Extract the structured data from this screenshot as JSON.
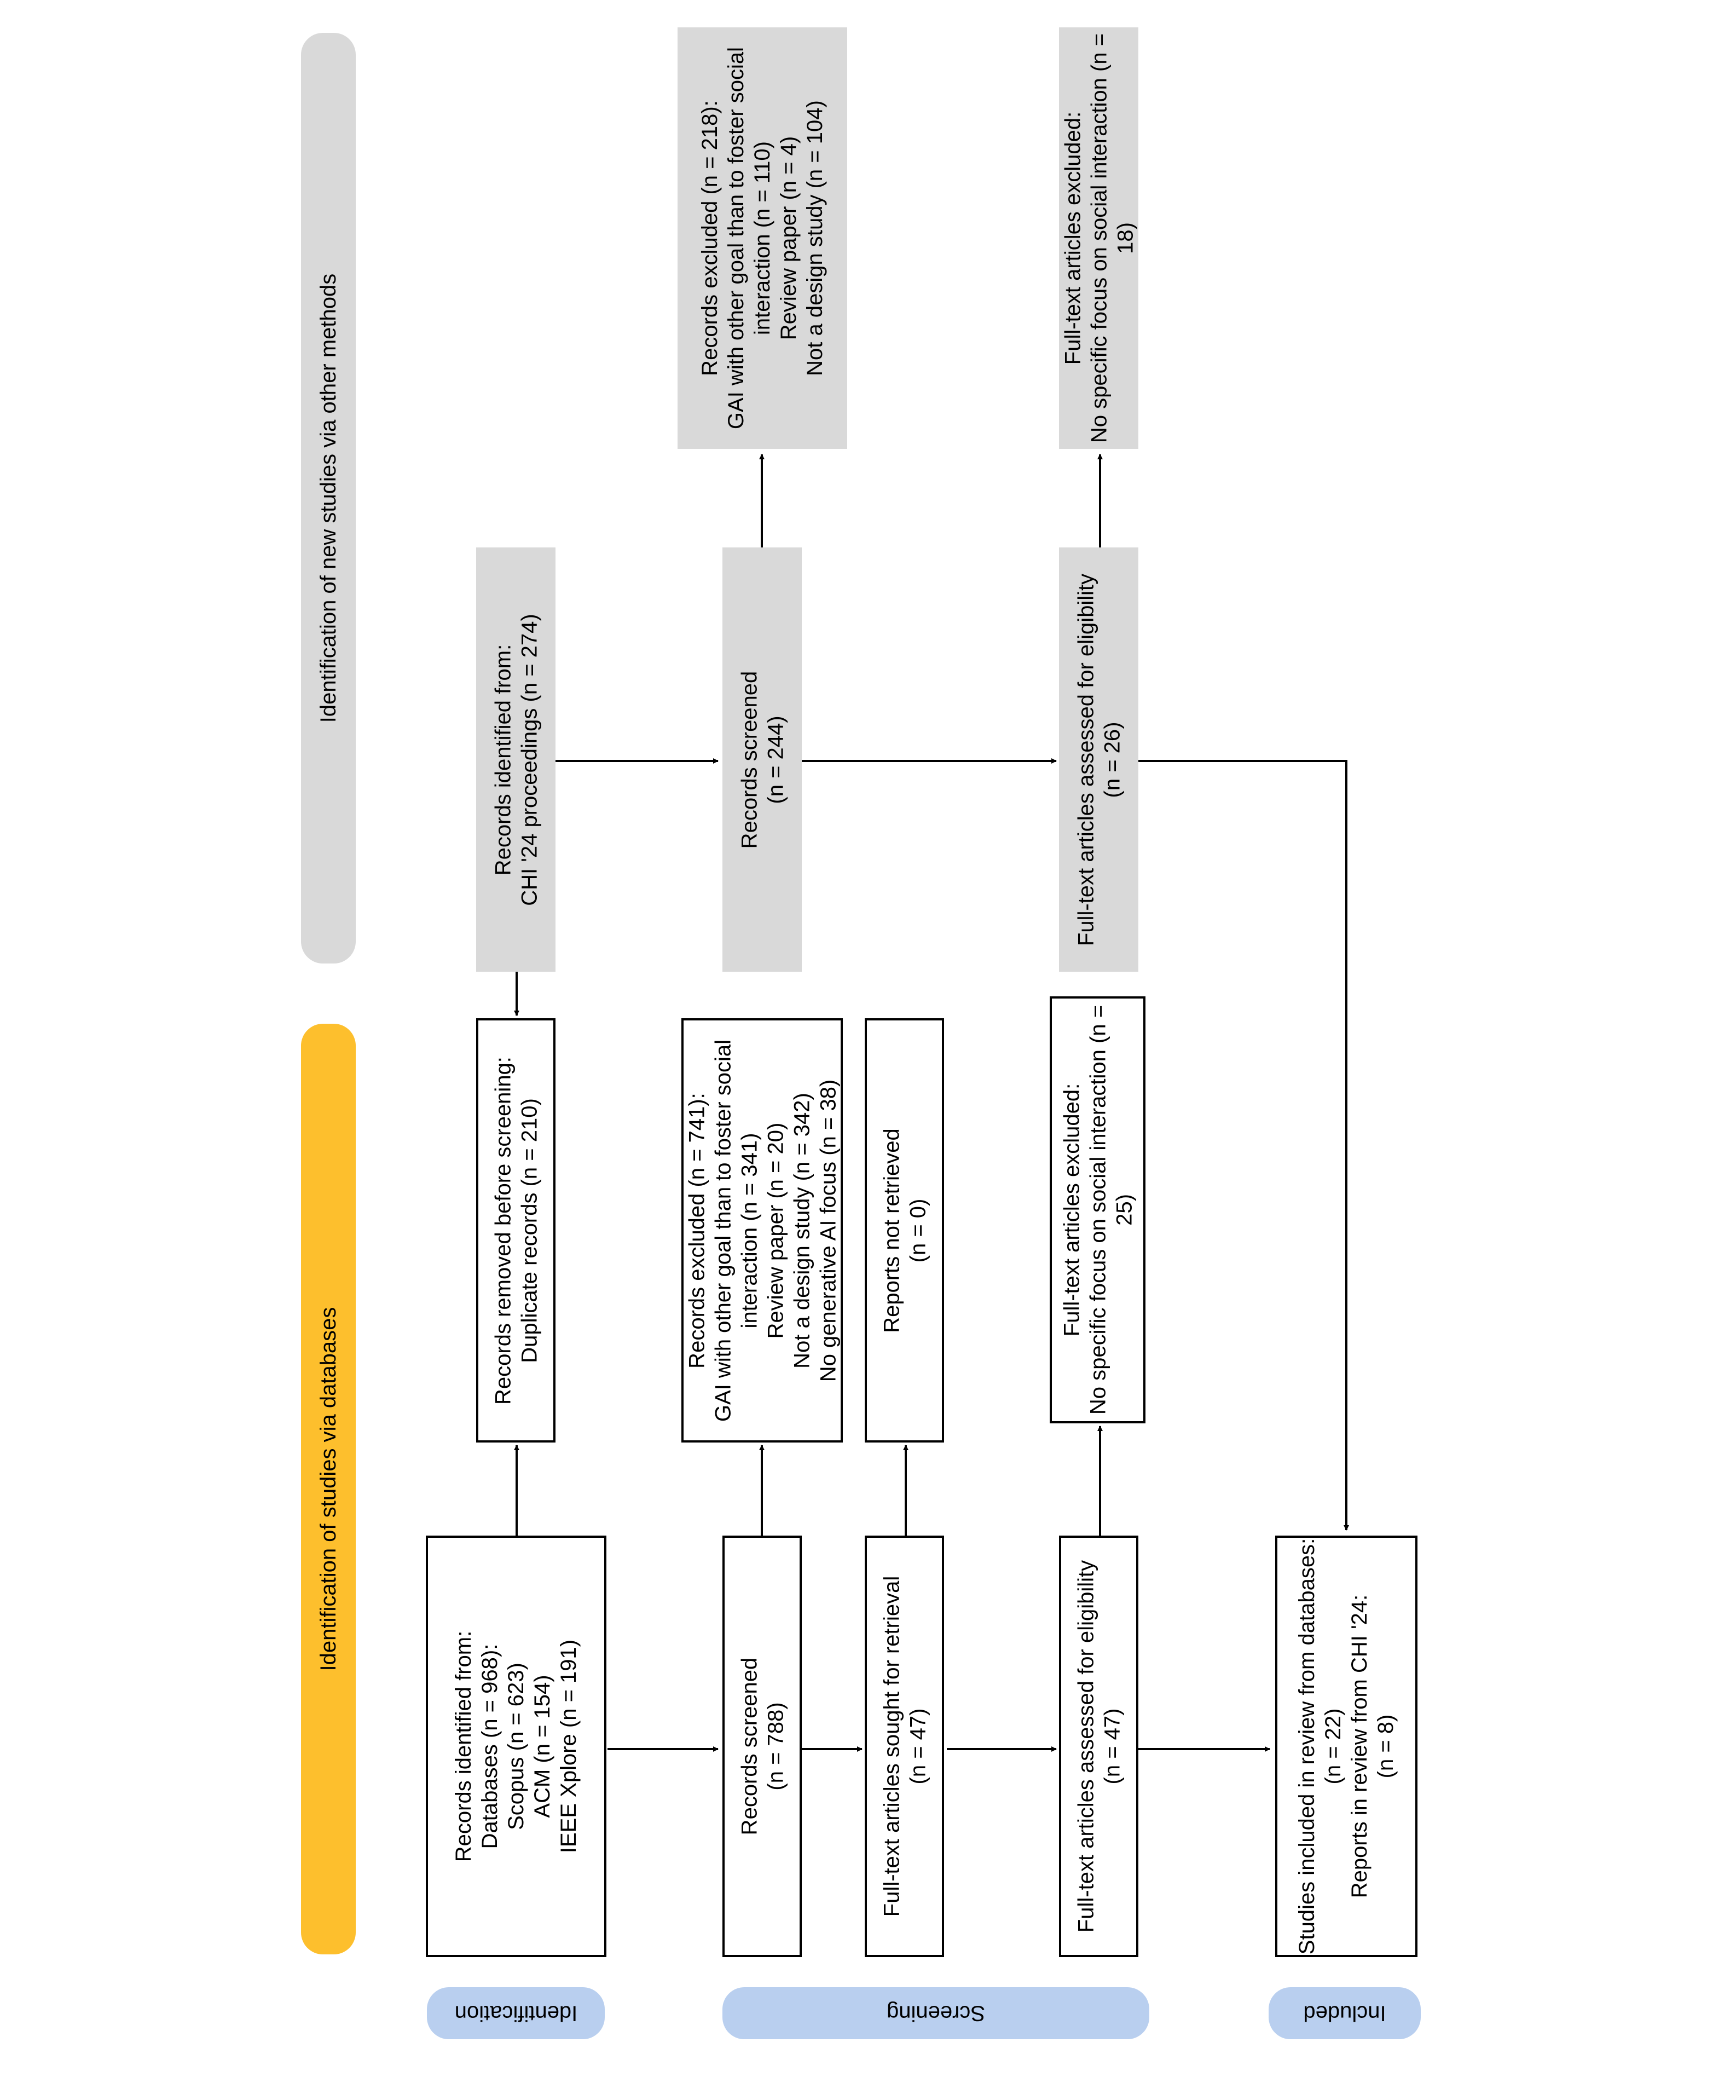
{
  "lanes": {
    "databases": "Identification of studies via databases",
    "other": "Identification of new studies via other methods"
  },
  "phases": {
    "identification": "Identification",
    "screening": "Screening",
    "included": "Included"
  },
  "db": {
    "identified": [
      "Records identified from:",
      "Databases (n = 968):",
      "Scopus (n = 623)",
      "ACM (n = 154)",
      "IEEE Xplore (n = 191)"
    ],
    "removed": [
      "Records removed before screening:",
      "Duplicate records (n = 210)"
    ],
    "screened": [
      "Records screened",
      "(n = 788)"
    ],
    "excluded": [
      "Records excluded (n = 741):",
      "GAI with other goal than to foster social",
      "interaction (n = 341)",
      "Review paper (n = 20)",
      "Not a design study (n = 342)",
      "No generative AI focus (n = 38)"
    ],
    "sought": [
      "Full-text articles sought for retrieval",
      "(n = 47)"
    ],
    "not_retrieved": [
      "Reports not retrieved",
      "(n = 0)"
    ],
    "eligibility": [
      "Full-text articles assessed for eligibility",
      "(n = 47)"
    ],
    "ft_excluded": [
      "Full-text articles excluded:",
      "No specific focus on social interaction (n =",
      "25)"
    ],
    "included": [
      "Studies included in review from databases:",
      "(n = 22)",
      "Reports in review from CHI '24:",
      "(n = 8)"
    ]
  },
  "other": {
    "identified": [
      "Records identified from:",
      "CHI '24 proceedings (n = 274)"
    ],
    "screened": [
      "Records screened",
      "(n = 244)"
    ],
    "excluded": [
      "Records excluded (n = 218):",
      "GAI with other goal than to foster social",
      "interaction (n = 110)",
      "Review paper (n = 4)",
      "Not a design study (n = 104)"
    ],
    "eligibility": [
      "Full-text articles assessed for eligibility",
      "(n = 26)"
    ],
    "ft_excluded": [
      "Full-text articles excluded:",
      "No specific focus on social interaction (n =",
      "18)"
    ]
  }
}
